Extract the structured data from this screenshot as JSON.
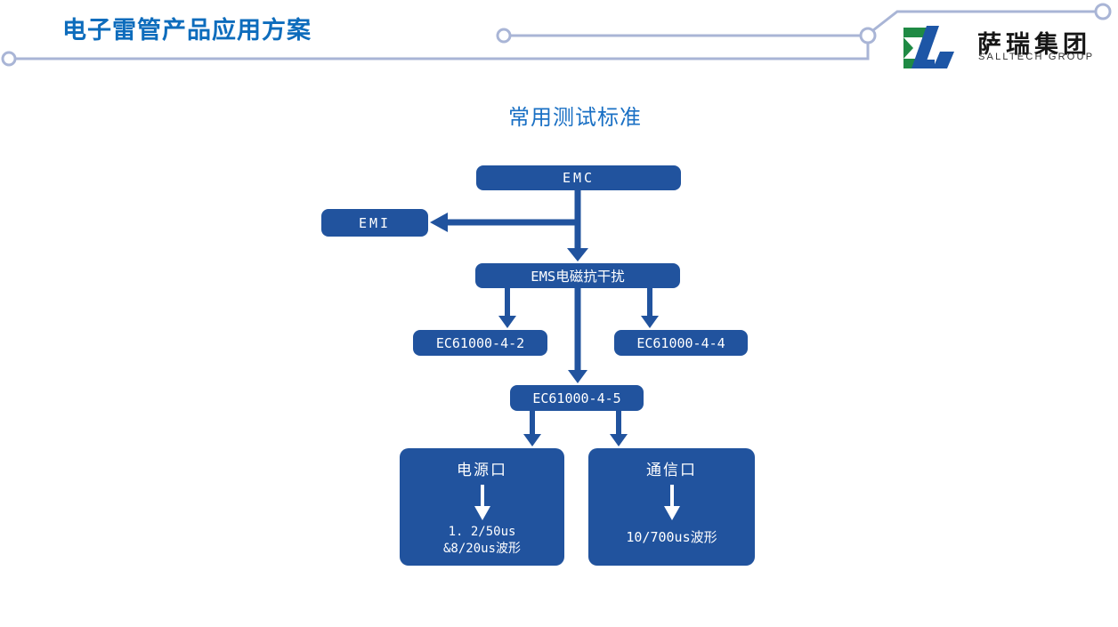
{
  "slide": {
    "title": "电子雷管产品应用方案"
  },
  "logo": {
    "company": "萨瑞集团",
    "company_en": "SALLTECH GROUP"
  },
  "diagram": {
    "heading": "常用测试标准",
    "nodes": {
      "emc": {
        "label": "EMC"
      },
      "emi": {
        "label": "EMI"
      },
      "ems": {
        "label": "EMS电磁抗干扰"
      },
      "ec_4_2": {
        "label": "EC61000-4-2"
      },
      "ec_4_4": {
        "label": "EC61000-4-4"
      },
      "ec_4_5": {
        "label": "EC61000-4-5"
      },
      "power_port": {
        "title": "电源口",
        "lines": [
          "1. 2/50us",
          "&8/20us波形"
        ]
      },
      "comm_port": {
        "title": "通信口",
        "lines": [
          "10/700us波形"
        ]
      }
    }
  },
  "colors": {
    "title_blue": "#0d6cbc",
    "heading_blue": "#1a70c4",
    "node_blue": "#21539e",
    "deco_line_blue": "#a9b5d6",
    "logo_green": "#1f8a44",
    "logo_blue": "#1d56a6",
    "node_text": "#ffffff"
  }
}
